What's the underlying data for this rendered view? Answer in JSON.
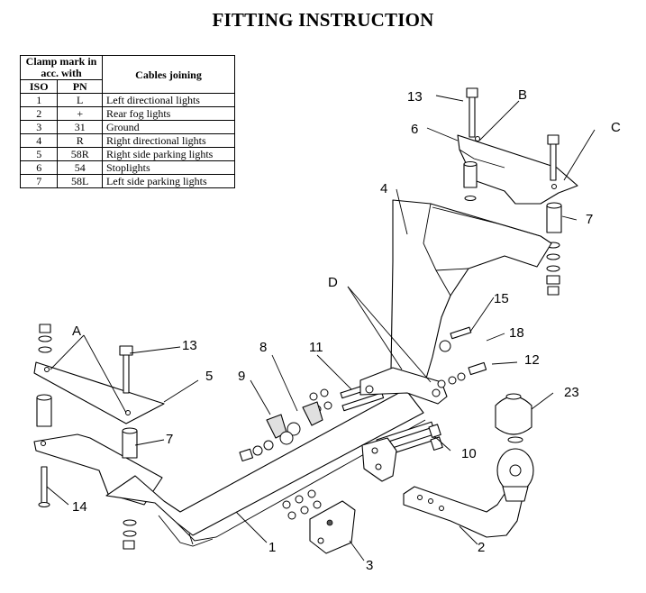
{
  "title": "FITTING INSTRUCTION",
  "legend": {
    "header_clamp": "Clamp mark in acc. with",
    "header_iso": "ISO",
    "header_pn": "PN",
    "header_cables": "Cables joining",
    "rows": [
      {
        "iso": "1",
        "pn": "L",
        "cable": "Left directional lights"
      },
      {
        "iso": "2",
        "pn": "+",
        "cable": "Rear fog lights"
      },
      {
        "iso": "3",
        "pn": "31",
        "cable": "Ground"
      },
      {
        "iso": "4",
        "pn": "R",
        "cable": "Right directional lights"
      },
      {
        "iso": "5",
        "pn": "58R",
        "cable": "Right side parking lights"
      },
      {
        "iso": "6",
        "pn": "54",
        "cable": "Stoplights"
      },
      {
        "iso": "7",
        "pn": "58L",
        "cable": "Left side parking lights"
      }
    ]
  },
  "callouts": {
    "n1": "1",
    "n2": "2",
    "n3": "3",
    "n4": "4",
    "n5": "5",
    "n6": "6",
    "n7a": "7",
    "n7b": "7",
    "n8": "8",
    "n9": "9",
    "n10": "10",
    "n11": "11",
    "n12": "12",
    "n13a": "13",
    "n13b": "13",
    "n14": "14",
    "n15": "15",
    "n18": "18",
    "n23": "23",
    "A": "A",
    "B": "B",
    "C": "C",
    "D": "D"
  }
}
